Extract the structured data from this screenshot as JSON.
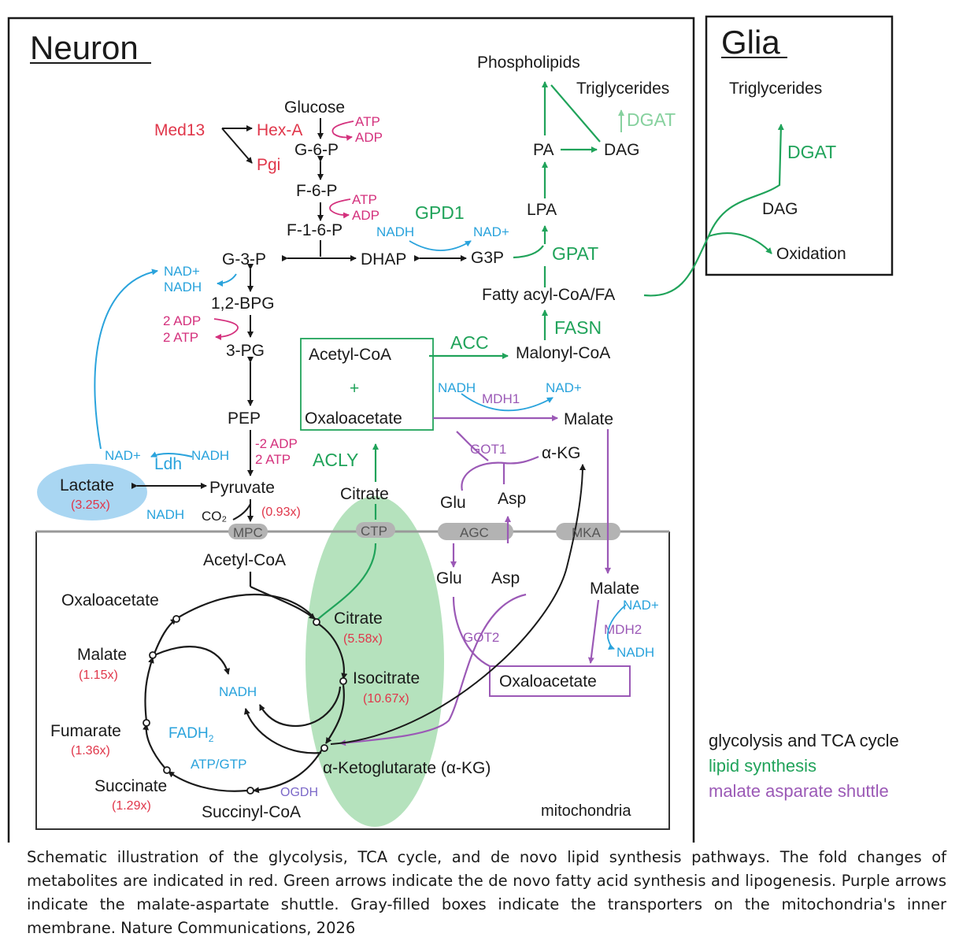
{
  "colors": {
    "black": "#1a1a1a",
    "red": "#e0364a",
    "magenta": "#d4317d",
    "blue": "#2aa3dc",
    "green": "#20a35a",
    "light_green": "#86d19e",
    "purple": "#9b59b6",
    "lactate_fill": "#a9d6f2",
    "ellipse_fill": "#b5e2bd",
    "transporter_gray": "#b3b3b3"
  },
  "titles": {
    "neuron": "Neuron",
    "glia": "Glia",
    "mitochondria": "mitochondria"
  },
  "legend": {
    "glycolysis": "glycolysis and TCA cycle",
    "lipid": "lipid synthesis",
    "shuttle": "malate asparate shuttle"
  },
  "glycolysis": {
    "glucose": "Glucose",
    "g6p": "G-6-P",
    "f6p": "F-6-P",
    "f16p": "F-1-6-P",
    "g3p_glyc": "G-3-P",
    "dhap": "DHAP",
    "bpg": "1,2-BPG",
    "pg3": "3-PG",
    "pep": "PEP",
    "pyruvate": "Pyruvate",
    "lactate": "Lactate",
    "lactate_fold": "(3.25x)",
    "pyruvate_fold": "(0.93x)",
    "ldh": "Ldh",
    "med13": "Med13",
    "hexa": "Hex-A",
    "pgi": "Pgi",
    "atp1": "ATP",
    "adp1": "ADP",
    "atp2": "ATP",
    "adp2": "ADP",
    "nad_g3p": "NAD+",
    "nadh_g3p": "NADH",
    "adp_2a": "2 ADP",
    "atp_2a": "2 ATP",
    "adp_2b": "-2 ADP",
    "atp_2b": "2 ATP",
    "nad_lactate": "NAD+",
    "nadh_ldh": "NADH",
    "nadh_co2": "NADH",
    "co2": "CO₂"
  },
  "lipid": {
    "phospholipids": "Phospholipids",
    "triglycerides": "Triglycerides",
    "dgat": "DGAT",
    "pa": "PA",
    "dag": "DAG",
    "lpa": "LPA",
    "gpd1": "GPD1",
    "nadh_gpd": "NADH",
    "nad_gpd": "NAD+",
    "g3p": "G3P",
    "gpat": "GPAT",
    "fatty_acyl": "Fatty acyl-CoA/FA",
    "fasn": "FASN",
    "malonyl": "Malonyl-CoA",
    "acc": "ACC",
    "acetyl_box": "Acetyl-CoA",
    "plus": "+",
    "oaa_box": "Oxaloacetate",
    "acly": "ACLY",
    "citrate_cyt": "Citrate"
  },
  "shuttle": {
    "nadh_mdh1": "NADH",
    "mdh1": "MDH1",
    "nad_mdh1": "NAD+",
    "malate_cyt": "Malate",
    "got1": "GOT1",
    "akg_cyt": "α-KG",
    "glu_cyt": "Glu",
    "asp_cyt": "Asp",
    "glu_mito": "Glu",
    "asp_mito": "Asp",
    "got2": "GOT2",
    "malate_mito": "Malate",
    "nad_mdh2": "NAD+",
    "mdh2": "MDH2",
    "nadh_mdh2": "NADH",
    "oaa_mito": "Oxaloacetate"
  },
  "transporters": {
    "mpc": "MPC",
    "ctp": "CTP",
    "agc": "AGC",
    "mka": "MKA"
  },
  "tca": {
    "acetyl": "Acetyl-CoA",
    "oxaloacetate": "Oxaloacetate",
    "citrate": "Citrate",
    "citrate_fold": "(5.58x)",
    "isocitrate": "Isocitrate",
    "isocitrate_fold": "(10.67x)",
    "akg": "α-Ketoglutarate (α-KG)",
    "succinyl": "Succinyl-CoA",
    "ogdh": "OGDH",
    "succinate": "Succinate",
    "succinate_fold": "(1.29x)",
    "fumarate": "Fumarate",
    "fumarate_fold": "(1.36x)",
    "malate": "Malate",
    "malate_fold": "(1.15x)",
    "nadh": "NADH",
    "fadh": "FADH",
    "fadh_sub": "2",
    "atp_gtp": "ATP/GTP"
  },
  "glia": {
    "triglycerides": "Triglycerides",
    "dgat": "DGAT",
    "dag": "DAG",
    "oxidation": "Oxidation"
  },
  "caption": "Schematic illustration of the glycolysis, TCA cycle, and de novo lipid synthesis pathways. The fold changes of metabolites are indicated in red. Green arrows indicate the de novo fatty acid synthesis and lipogenesis. Purple arrows indicate the malate-aspartate shuttle. Gray-filled boxes indicate the transporters on the mitochondria's inner membrane. Nature Communications, 2026"
}
